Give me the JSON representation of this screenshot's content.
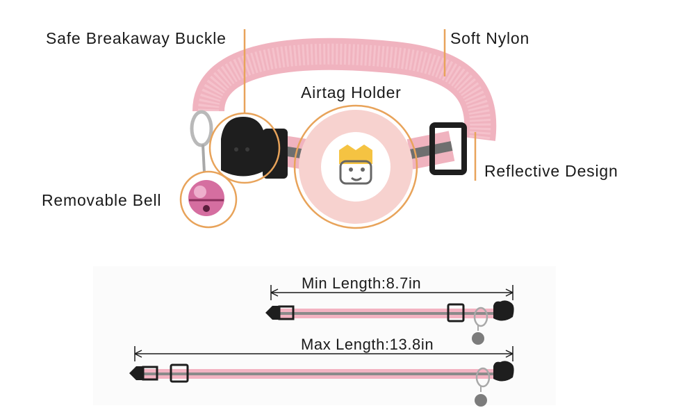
{
  "callouts": {
    "buckle": "Safe Breakaway Buckle",
    "nylon": "Soft Nylon",
    "airtag": "Airtag Holder",
    "bell": "Removable Bell",
    "reflective": "Reflective Design"
  },
  "measurements": {
    "min_length": "Min Length:8.7in",
    "max_length": "Max Length:13.8in"
  },
  "colors": {
    "strap_pink": "#f2b6c1",
    "reflective_gray": "#8a8a8a",
    "callout_orange": "#e8a35a",
    "airtag_holder": "#f7d2cf",
    "buckle_black": "#1e1e1e"
  }
}
